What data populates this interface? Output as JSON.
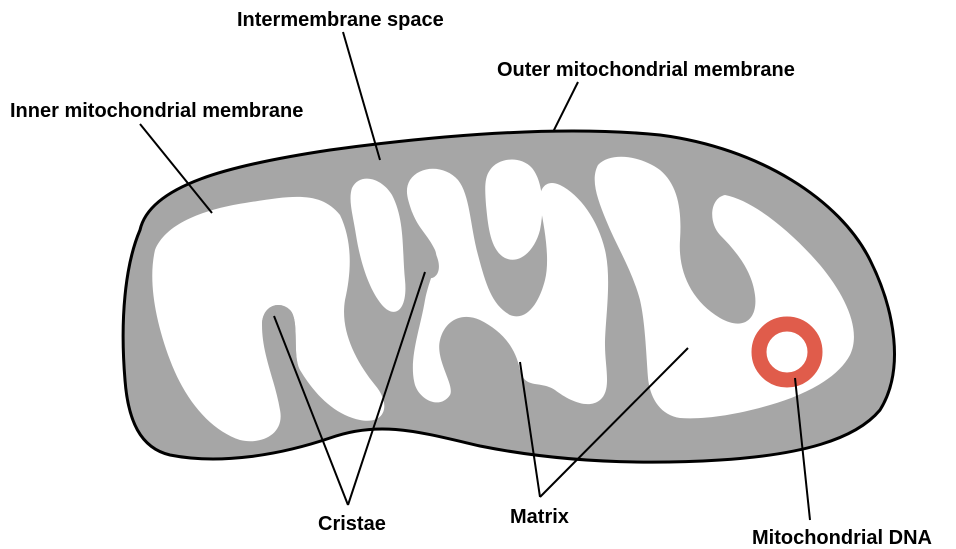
{
  "labels": {
    "intermembrane_space": "Intermembrane space",
    "outer_membrane": "Outer mitochondrial membrane",
    "inner_membrane": "Inner mitochondrial membrane",
    "cristae": "Cristae",
    "matrix": "Matrix",
    "mitochondrial_dna": "Mitochondrial DNA"
  },
  "colors": {
    "intermembrane_fill": "#a6a6a6",
    "matrix_fill": "#ffffff",
    "dna_ring": "#e05c4b",
    "outline": "#000000"
  }
}
